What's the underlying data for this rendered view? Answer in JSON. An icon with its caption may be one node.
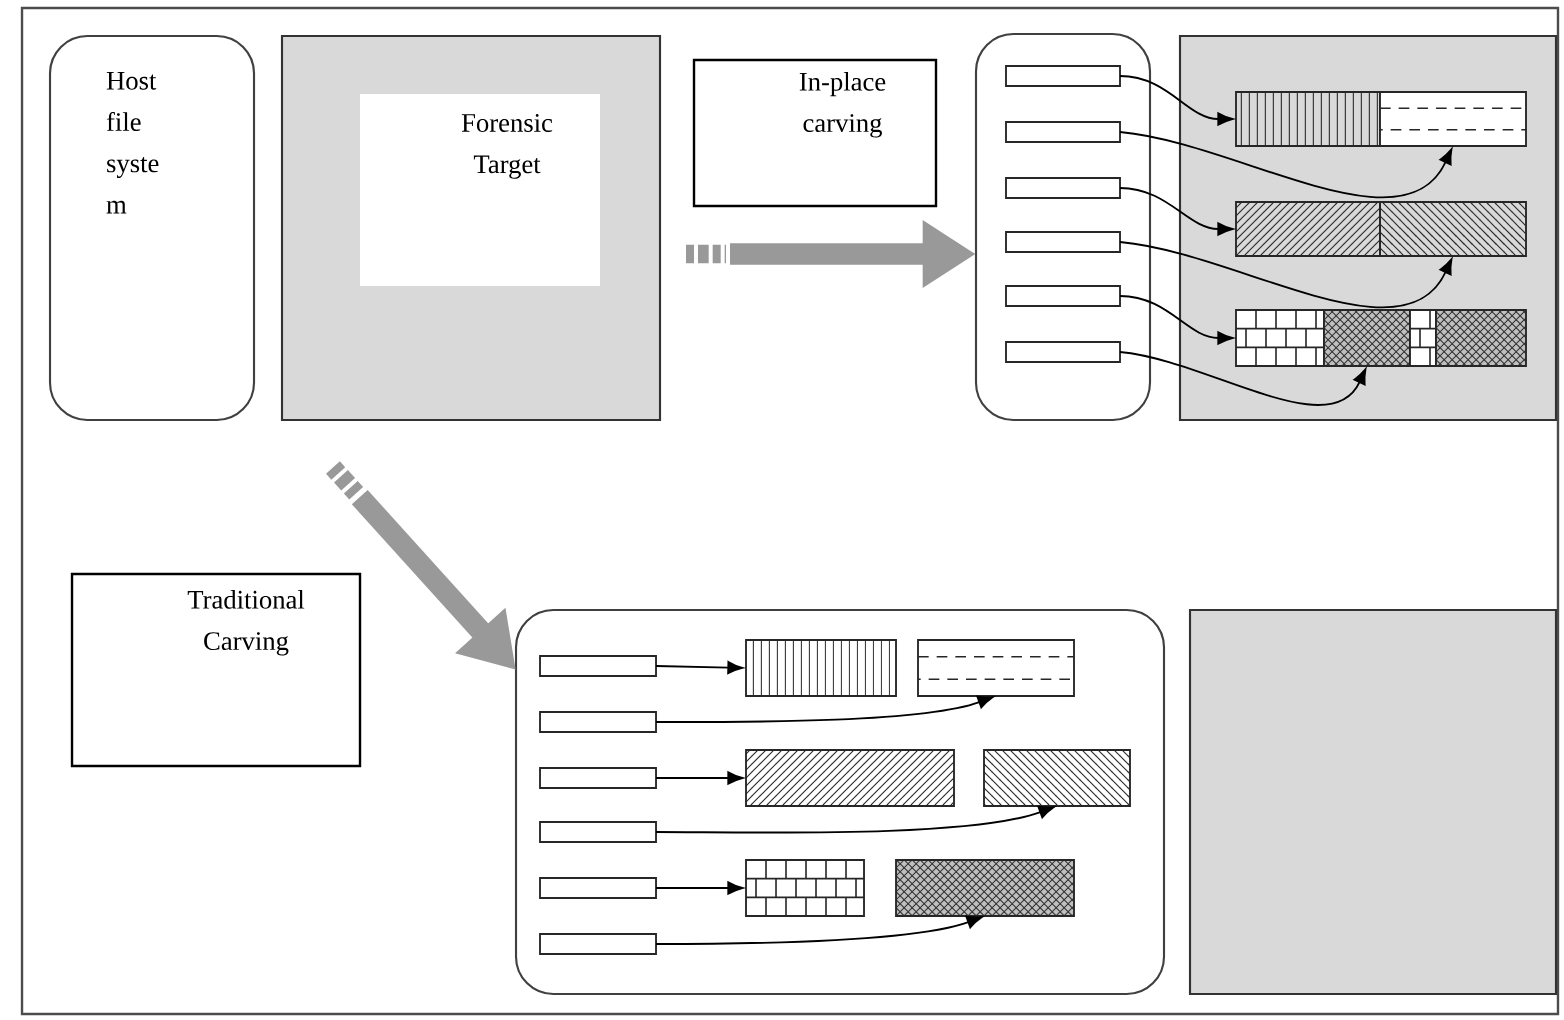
{
  "diagram": {
    "nodes": [
      {
        "text": [
          "Host file syste m"
        ]
      },
      {
        "text": [],
        "shape": "box"
      },
      {
        "text": [
          "Forensic Target"
        ],
        "in": 1
      },
      {
        "text": [
          "In-place carving"
        ]
      },
      {
        "text": [],
        "shape": "box"
      },
      {
        "text": [],
        "shape": "box",
        "in": 4
      },
      {
        "text": [],
        "shape": "box",
        "in": 4
      },
      {
        "text": [],
        "shape": "box",
        "in": 4
      },
      {
        "text": [],
        "shape": "box",
        "in": 4
      },
      {
        "text": [],
        "shape": "box",
        "in": 4
      },
      {
        "text": [],
        "shape": "box",
        "in": 4
      },
      {
        "text": [],
        "shape": "box"
      },
      {
        "text": [],
        "shape": "bar",
        "in": 11
      },
      {
        "text": [],
        "shape": "bar",
        "in": 11
      },
      {
        "text": [],
        "shape": "bar",
        "in": 11
      },
      {
        "text": [],
        "shape": "bar",
        "in": 11
      },
      {
        "text": [],
        "shape": "bar",
        "in": 11
      },
      {
        "text": [],
        "shape": "bar",
        "in": 11
      },
      {
        "text": [],
        "shape": "bar",
        "in": 11
      },
      {
        "text": [],
        "shape": "bar",
        "in": 11
      },
      {
        "text": [
          "Traditional Carving"
        ]
      },
      {
        "text": [],
        "shape": "box"
      },
      {
        "text": [],
        "shape": "box",
        "in": 21
      },
      {
        "text": [],
        "shape": "box",
        "in": 21
      },
      {
        "text": [],
        "shape": "box",
        "in": 21
      },
      {
        "text": [],
        "shape": "box",
        "in": 21
      },
      {
        "text": [],
        "shape": "box",
        "in": 21
      },
      {
        "text": [],
        "shape": "box",
        "in": 21
      },
      {
        "text": [],
        "shape": "bar",
        "in": 21
      },
      {
        "text": [],
        "shape": "bar",
        "in": 21
      },
      {
        "text": [],
        "shape": "bar",
        "in": 21
      },
      {
        "text": [],
        "shape": "bar",
        "in": 21
      },
      {
        "text": [],
        "shape": "bar",
        "in": 21
      },
      {
        "text": [],
        "shape": "bar",
        "in": 21
      },
      {
        "text": [],
        "shape": "box"
      }
    ],
    "edges": [
      {
        "from": 1,
        "to": 4,
        "arrow": "to",
        "style": "thick",
        "color": "#999999"
      },
      {
        "from": 1,
        "to": 21,
        "arrow": "to",
        "style": "thick",
        "color": "#999999"
      },
      {
        "from": 5,
        "to": 12,
        "arrow": "to"
      },
      {
        "from": 6,
        "to": 13,
        "arrow": "to"
      },
      {
        "from": 7,
        "to": 14,
        "arrow": "to"
      },
      {
        "from": 8,
        "to": 15,
        "arrow": "to"
      },
      {
        "from": 9,
        "to": 16,
        "arrow": "to"
      },
      {
        "from": 10,
        "to": 17,
        "arrow": "to"
      },
      {
        "from": 22,
        "to": 28,
        "arrow": "to"
      },
      {
        "from": 23,
        "to": 29,
        "arrow": "to"
      },
      {
        "from": 24,
        "to": 30,
        "arrow": "to"
      },
      {
        "from": 25,
        "to": 31,
        "arrow": "to"
      },
      {
        "from": 26,
        "to": 32,
        "arrow": "to"
      },
      {
        "from": 27,
        "to": 33,
        "arrow": "to"
      }
    ]
  }
}
